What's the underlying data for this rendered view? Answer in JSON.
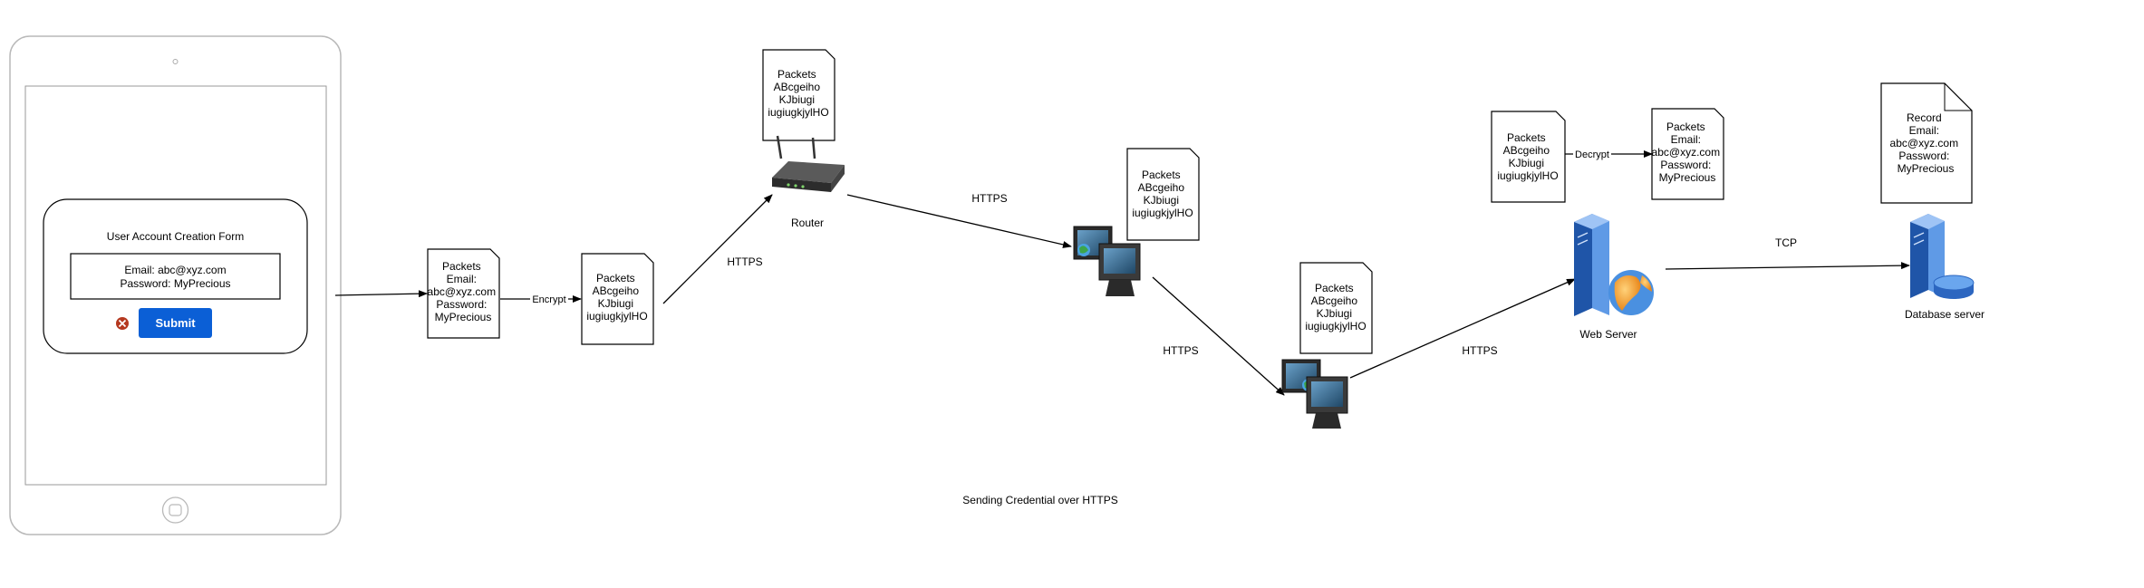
{
  "form": {
    "title": "User Account Creation Form",
    "email_line": "Email: abc@xyz.com",
    "password_line": "Password: MyPrecious",
    "submit_label": "Submit"
  },
  "documents": {
    "plain_packet": [
      "Packets",
      "Email:",
      "abc@xyz.com",
      "Password:",
      "MyPrecious"
    ],
    "encrypted_packet": [
      "Packets",
      "ABcgeiho",
      "KJbiugi",
      "iugiugkjylHO"
    ],
    "decrypted_packet": [
      "Packets",
      "Email:",
      "abc@xyz.com",
      "Password:",
      "MyPrecious"
    ],
    "record": [
      "Record",
      "Email:",
      "abc@xyz.com",
      "Password:",
      "MyPrecious"
    ]
  },
  "edge_labels": {
    "encrypt": "Encrypt",
    "decrypt": "Decrypt",
    "https": "HTTPS",
    "tcp": "TCP"
  },
  "nodes": {
    "router": "Router",
    "web_server": "Web Server",
    "database_server": "Database server"
  },
  "caption": "Sending Credential over HTTPS",
  "colors": {
    "submit_button": "#0b5fd6",
    "cancel_icon": "#b5381f",
    "server_blue": "#3b7fd8",
    "globe_orange": "#f3a73a"
  }
}
